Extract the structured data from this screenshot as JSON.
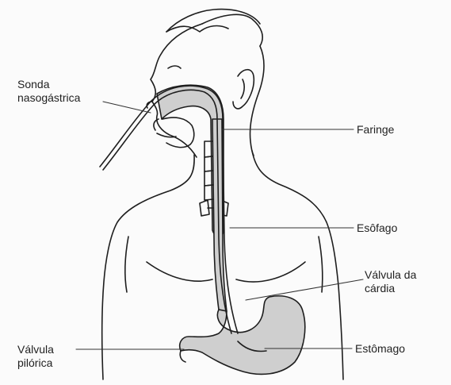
{
  "labels": {
    "sonda": {
      "line1": "Sonda",
      "line2": "nasogástrica"
    },
    "faringe": "Faringe",
    "esofago": "Esôfago",
    "cardia": {
      "line1": "Válvula da",
      "line2": "cárdia"
    },
    "pilorica": {
      "line1": "Válvula",
      "line2": "pilórica"
    },
    "estomago": "Estômago"
  },
  "colors": {
    "stroke": "#1e1e1e",
    "organ_fill": "#cfcfcf",
    "background": "#fbfbfb"
  }
}
